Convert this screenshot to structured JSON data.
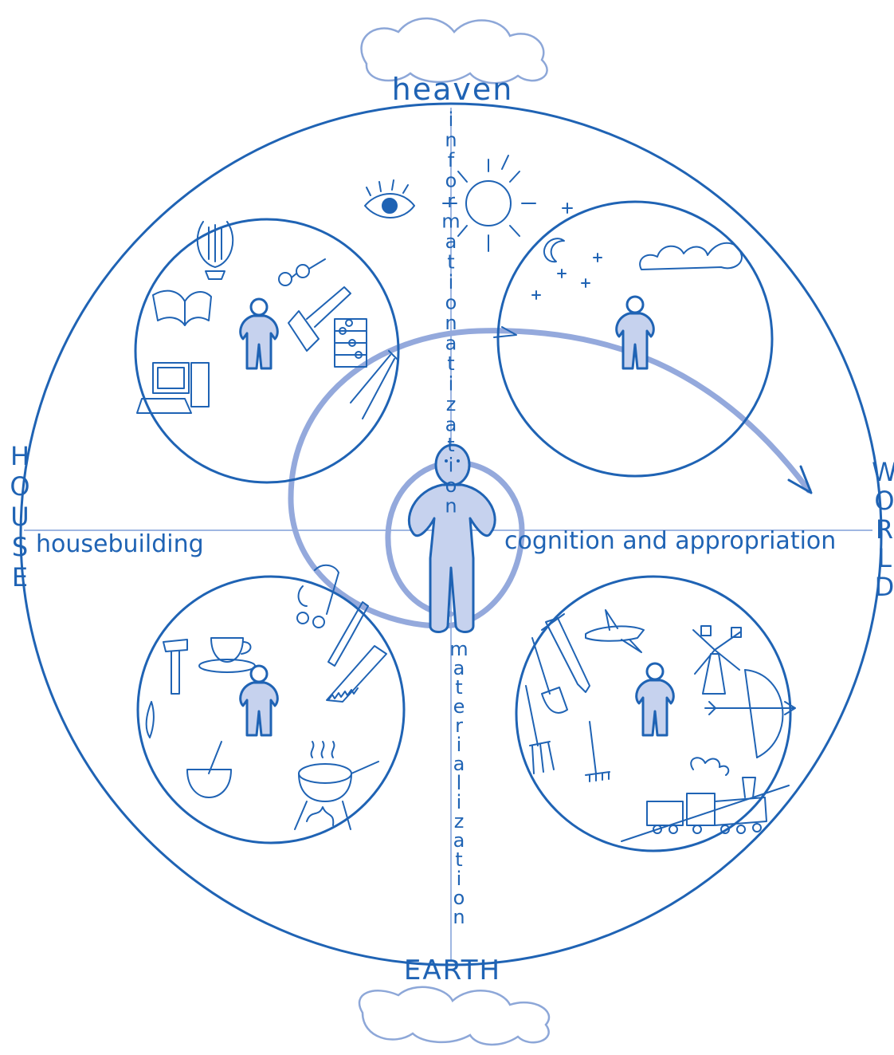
{
  "labels": {
    "top": "heaven",
    "bottom": "EARTH",
    "left_vertical": "HOUSE",
    "right_vertical": "WORLD",
    "left_axis": "housebuilding",
    "right_axis": "cognition and appropriation",
    "upper_axis": "information",
    "upper_axis_suffix": "atization",
    "lower_axis": "materialization"
  },
  "colors": {
    "ink": "#1f63b4",
    "figure_fill": "#c6d2ee",
    "spiral": "#94a9dc",
    "axis_line": "#9fb7e2"
  },
  "icons": {
    "upper_left": [
      "lyre-icon",
      "book-icon",
      "glasses-icon",
      "writing-pen-icon",
      "abacus-icon",
      "computer-icon",
      "compass-tool-icon"
    ],
    "upper_right": [
      "eye-icon",
      "sun-icon",
      "moon-icon",
      "stars-icon",
      "cloud-icon"
    ],
    "lower_left": [
      "teacup-icon",
      "hammer-icon",
      "needle-icon",
      "mortar-pestle-icon",
      "pliers-icon",
      "knife-icon",
      "saw-icon",
      "grill-icon"
    ],
    "lower_right": [
      "sword-icon",
      "shovel-icon",
      "pitchfork-icon",
      "rake-icon",
      "airplane-icon",
      "windmill-icon",
      "bow-arrow-icon",
      "train-icon"
    ]
  }
}
